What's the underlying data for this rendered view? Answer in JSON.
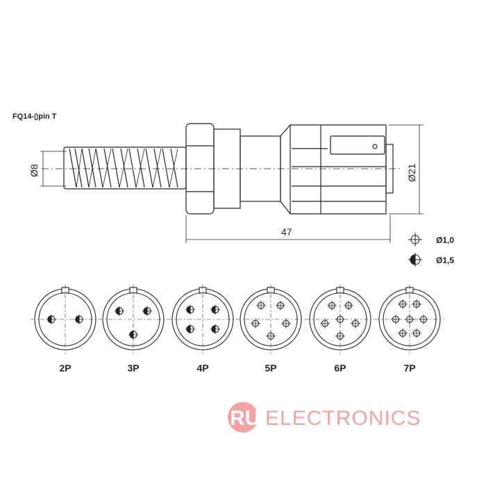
{
  "model_label": "FQ14-▯pin T",
  "dimensions": {
    "cable_diameter": "Ø8",
    "outer_diameter": "Ø21",
    "length": "47"
  },
  "legend": [
    {
      "label": "Ø1,0",
      "icon": "pin-small-icon"
    },
    {
      "label": "Ø1,5",
      "icon": "pin-large-icon"
    }
  ],
  "layouts": [
    {
      "label": "2P",
      "pins": 2
    },
    {
      "label": "3P",
      "pins": 3
    },
    {
      "label": "4P",
      "pins": 4
    },
    {
      "label": "5P",
      "pins": 5
    },
    {
      "label": "6P",
      "pins": 6
    },
    {
      "label": "7P",
      "pins": 7
    }
  ],
  "watermark": {
    "badge": "RU",
    "text": "ELECTRONICS",
    "color": "#f08080"
  }
}
